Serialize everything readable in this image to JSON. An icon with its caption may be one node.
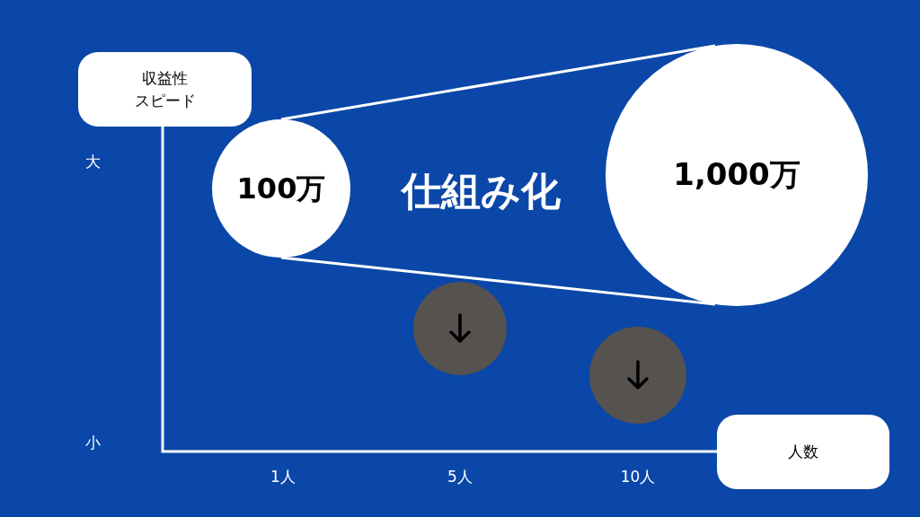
{
  "diagram": {
    "nodes": [
      {
        "text": [
          "収益性",
          "スピード"
        ]
      },
      {
        "text": [
          "100万"
        ]
      },
      {
        "text": [
          "1,000万"
        ]
      },
      {
        "text": [],
        "shape": "circle"
      },
      {
        "text": [],
        "shape": "circle"
      },
      {
        "text": [
          "人数"
        ]
      }
    ],
    "edges": [
      {
        "from": 1,
        "to": 2,
        "arrow": "none"
      },
      {
        "from": 1,
        "to": 2,
        "arrow": "none"
      }
    ],
    "labels": [
      "大",
      "仕組み化",
      "小",
      "1人",
      "5人",
      "10人"
    ]
  }
}
